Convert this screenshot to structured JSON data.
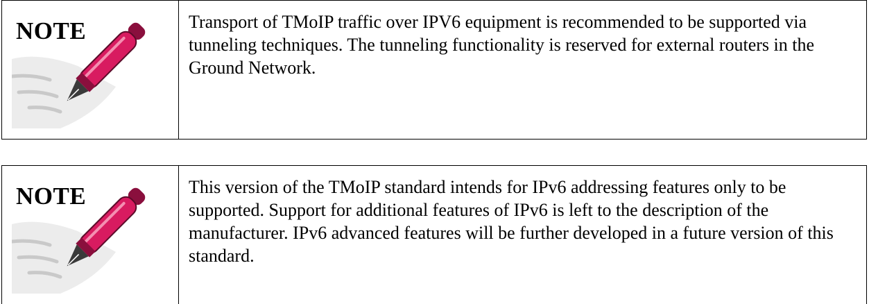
{
  "notes": [
    {
      "label": "NOTE",
      "icon": "pen-on-paper-icon",
      "text": "Transport of TMoIP traffic over IPV6 equipment is recommended to be supported via tunneling techniques.  The tunneling functionality is reserved for external routers in the Ground Network."
    },
    {
      "label": "NOTE",
      "icon": "pen-on-paper-icon",
      "text": "This version of the TMoIP standard intends for IPv6 addressing features only to be supported.  Support for additional features of IPv6 is left to the description of the manufacturer.  IPv6 advanced features will be further developed in a future version of this standard."
    }
  ],
  "colors": {
    "pen_body": "#d81b60",
    "pen_dark": "#8a0f3d",
    "paper": "#e9e9e9",
    "paper_lines": "#c8c8c8"
  }
}
